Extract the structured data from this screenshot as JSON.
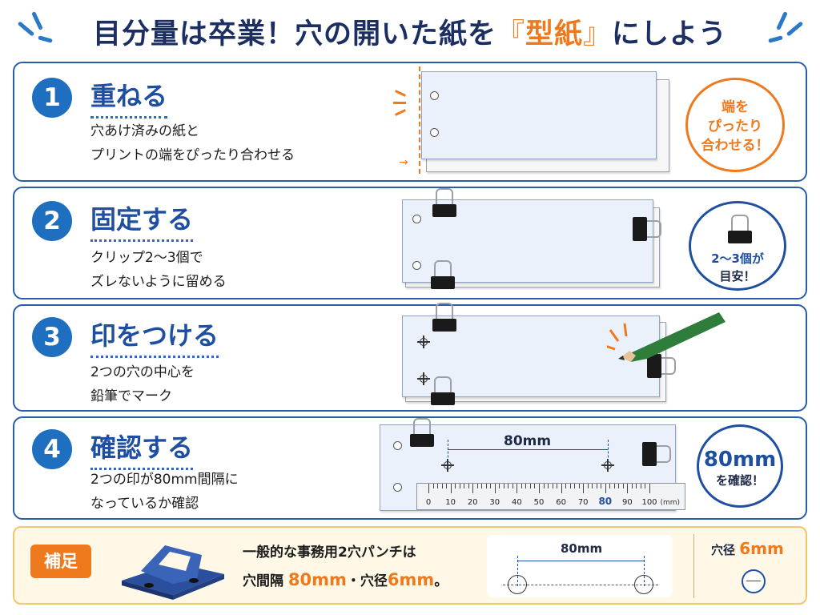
{
  "title": {
    "prefix": "目分量は卒業！穴の開いた紙を",
    "open_bracket": "『",
    "highlight": "型紙",
    "close_bracket": "』",
    "suffix": "にしよう"
  },
  "steps": [
    {
      "num": "1",
      "title": "重ねる",
      "desc": [
        "穴あけ済みの紙と",
        "プリントの端をぴったり合わせる"
      ],
      "bubble": [
        "端を",
        "ぴったり",
        "合わせる！"
      ]
    },
    {
      "num": "2",
      "title": "固定する",
      "desc": [
        "クリップ2〜3個で",
        "ズレないように留める"
      ],
      "bubble": [
        "2〜3個が",
        "目安！"
      ]
    },
    {
      "num": "3",
      "title": "印をつける",
      "desc": [
        "2つの穴の中心を",
        "鉛筆でマーク"
      ]
    },
    {
      "num": "4",
      "title": "確認する",
      "desc": [
        "2つの印が80mm間隔に",
        "なっているか確認"
      ],
      "measure": "80mm",
      "bubble_big": "80mm",
      "bubble_small": "を確認！"
    }
  ],
  "ruler": {
    "labels": [
      "0",
      "10",
      "20",
      "30",
      "40",
      "50",
      "60",
      "70",
      "80",
      "90",
      "100"
    ],
    "highlight_index": 8,
    "unit": "(mm)"
  },
  "supplement": {
    "badge": "補足",
    "line1": "一般的な事務用2穴パンチは",
    "line2_a": "穴間隔",
    "line2_b": "80mm",
    "line2_c": "・穴径",
    "line2_d": "6mm",
    "line2_e": "。",
    "diagram_label": "80mm",
    "hole_label_a": "穴径",
    "hole_label_b": "6mm"
  },
  "colors": {
    "navy": "#1c2f63",
    "blue": "#1f6fc1",
    "orange": "#ef7a1e",
    "supp_bg": "#fff8e6"
  }
}
